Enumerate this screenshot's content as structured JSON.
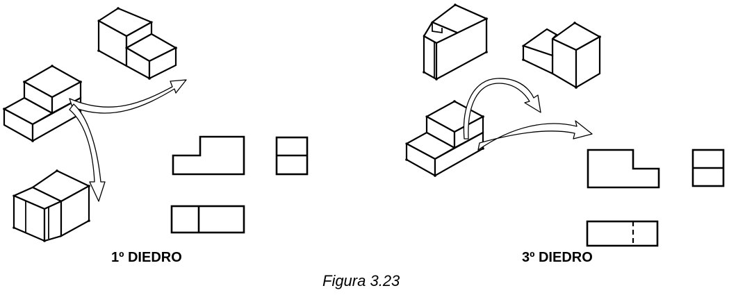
{
  "left_diagram": {
    "label": "1º DIEDRO"
  },
  "right_diagram": {
    "label": "3º DIEDRO"
  },
  "figure_caption": "Figura 3.23",
  "colors": {
    "ink": "#000000",
    "paper": "#ffffff"
  }
}
